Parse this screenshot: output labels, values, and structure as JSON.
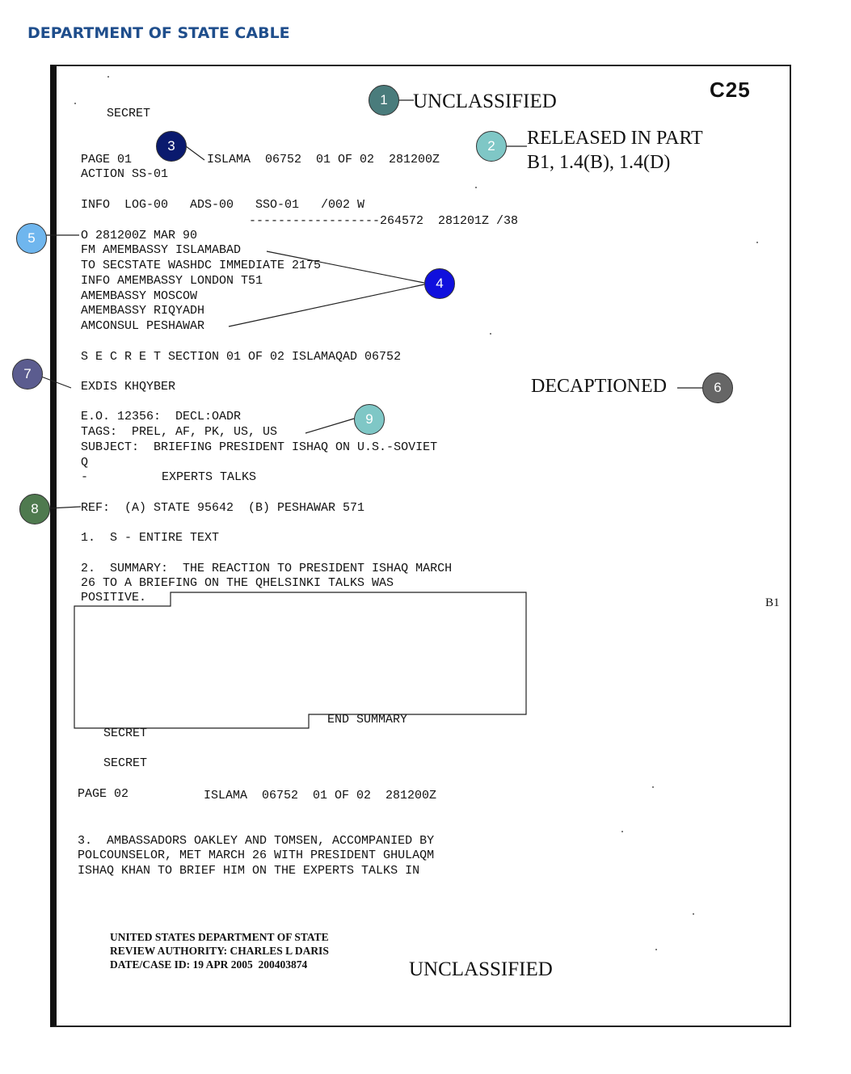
{
  "heading": "DEPARTMENT OF STATE CABLE",
  "stamps": {
    "unclassified_top": "UNCLASSIFIED",
    "c25": "C25",
    "released": "RELEASED IN PART",
    "exemptions": "B1, 1.4(B), 1.4(D)",
    "decaptioned": "DECAPTIONED",
    "b1": "B1",
    "unclassified_bottom": "UNCLASSIFIED"
  },
  "cable": {
    "secret_top": "SECRET",
    "page01": "PAGE 01",
    "page01_ref": "ISLAMA  06752  01 OF 02  281200Z",
    "action": "ACTION SS-01",
    "info": "INFO  LOG-00   ADS-00   SSO-01   /002 W",
    "dashes": "------------------264572  281201Z /38",
    "dtg": "O 281200Z MAR 90",
    "from": "FM AMEMBASSY ISLAMABAD",
    "to": "TO SECSTATE WASHDC IMMEDIATE 2175",
    "info_london": "INFO AMEMBASSY LONDON T51",
    "moscow": "AMEMBASSY MOSCOW",
    "riyadh": "AMEMBASSY RIQYADH",
    "peshawar": "AMCONSUL PESHAWAR",
    "section": "S E C R E T SECTION 01 OF 02 ISLAMAQAD 06752",
    "exdis": "EXDIS KHQYBER",
    "eo": "E.O. 12356:  DECL:OADR",
    "tags": "TAGS:  PREL, AF, PK, US, US",
    "subject": "SUBJECT:  BRIEFING PRESIDENT ISHAQ ON U.S.-SOVIET",
    "q": "Q",
    "dash": "-",
    "experts": "EXPERTS TALKS",
    "ref": "REF:  (A) STATE 95642  (B) PESHAWAR 571",
    "para1": "1.  S - ENTIRE TEXT",
    "para2_l1": "2.  SUMMARY:  THE REACTION TO PRESIDENT ISHAQ MARCH",
    "para2_l2": "26 TO A BRIEFING ON THE QHELSINKI TALKS WAS",
    "para2_l3": "POSITIVE.",
    "end_summary": "END SUMMARY",
    "secret_mid1": "SECRET",
    "secret_mid2": "SECRET",
    "page02": "PAGE 02",
    "page02_ref": "ISLAMA  06752  01 OF 02  281200Z",
    "para3_l1": "3.  AMBASSADORS OAKLEY AND TOMSEN, ACCOMPANIED BY",
    "para3_l2": "POLCOUNSELOR, MET MARCH 26 WITH PRESIDENT GHULAQM",
    "para3_l3": "ISHAQ KHAN TO BRIEF HIM ON THE EXPERTS TALKS IN"
  },
  "review": {
    "line1": "UNITED STATES DEPARTMENT OF STATE",
    "line2": "REVIEW AUTHORITY: CHARLES L DARIS",
    "line3": "DATE/CASE ID: 19 APR 2005  200403874"
  },
  "callouts": [
    {
      "label": "1",
      "color": "#4a7c7c"
    },
    {
      "label": "2",
      "color": "#7fc7c6"
    },
    {
      "label": "3",
      "color": "#0a1a6e"
    },
    {
      "label": "4",
      "color": "#1010dd"
    },
    {
      "label": "5",
      "color": "#6fb6ee"
    },
    {
      "label": "6",
      "color": "#666666"
    },
    {
      "label": "7",
      "color": "#5b5c8f"
    },
    {
      "label": "8",
      "color": "#4f7a4f"
    },
    {
      "label": "9",
      "color": "#7fc7c6"
    }
  ]
}
